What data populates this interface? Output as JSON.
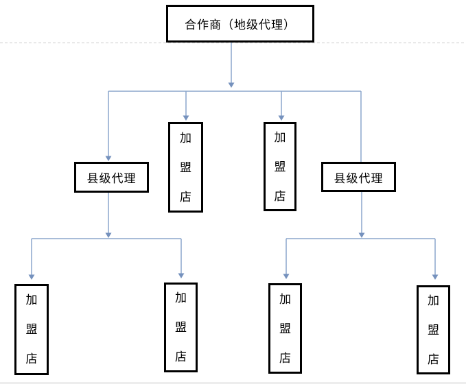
{
  "diagram": {
    "root": {
      "label": "合作商（地级代理）"
    },
    "level2": [
      {
        "id": "county-agent-left",
        "label": "县级代理",
        "orientation": "horizontal"
      },
      {
        "id": "franchise-store-mid-left",
        "label": "加盟店",
        "orientation": "vertical"
      },
      {
        "id": "franchise-store-mid-right",
        "label": "加盟店",
        "orientation": "vertical"
      },
      {
        "id": "county-agent-right",
        "label": "县级代理",
        "orientation": "horizontal"
      }
    ],
    "level3": [
      {
        "id": "franchise-store-bottom-1",
        "label": "加盟店",
        "orientation": "vertical",
        "parent": "county-agent-left"
      },
      {
        "id": "franchise-store-bottom-2",
        "label": "加盟店",
        "orientation": "vertical",
        "parent": "county-agent-left"
      },
      {
        "id": "franchise-store-bottom-3",
        "label": "加盟店",
        "orientation": "vertical",
        "parent": "county-agent-right"
      },
      {
        "id": "franchise-store-bottom-4",
        "label": "加盟店",
        "orientation": "vertical",
        "parent": "county-agent-right"
      }
    ]
  },
  "colors": {
    "connector": "#8ba6cc",
    "arrowhead": "#7591bd",
    "box_border": "#000000",
    "divider_dash": "#d6d6d6",
    "background": "#ffffff"
  }
}
